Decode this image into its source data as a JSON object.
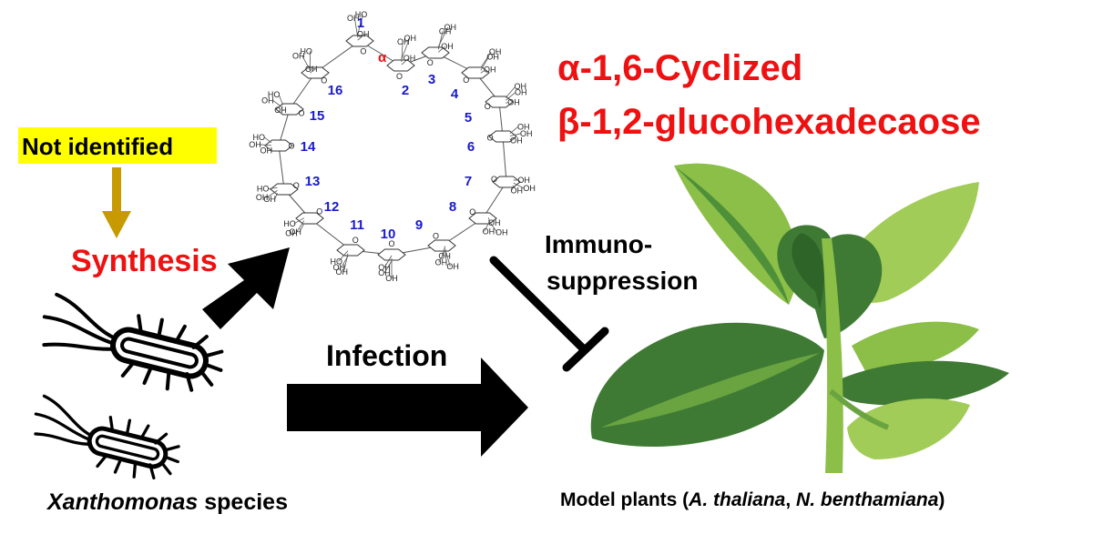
{
  "title": {
    "line1": "α-1,6-Cyclized",
    "line2": "β-1,2-glucohexadecaose"
  },
  "labels": {
    "not_identified": "Not identified",
    "synthesis": "Synthesis",
    "infection": "Infection",
    "immuno_line1": "Immuno-",
    "immuno_line2": "suppression",
    "plants_prefix": "Model plants (",
    "plants_species1": "A. thaliana",
    "plants_sep": ", ",
    "plants_species2": "N. benthamiana",
    "plants_suffix": ")",
    "bacteria_genus": "Xanthomonas",
    "bacteria_suffix": " species",
    "alpha": "α",
    "hydroxyl": "OH",
    "hydroxyl_left": "HO"
  },
  "ring_numbers": [
    "1",
    "2",
    "3",
    "4",
    "5",
    "6",
    "7",
    "8",
    "9",
    "10",
    "11",
    "12",
    "13",
    "14",
    "15",
    "16"
  ],
  "colors": {
    "red": "#ee1111",
    "blue": "#1a1acc",
    "highlight": "#ffff00",
    "arrow_gold": "#c69a00",
    "black": "#000000",
    "leaf_dark": "#3f7a34",
    "leaf_mid": "#4e8f3a",
    "leaf_light": "#8bbf47",
    "leaf_pale": "#a2cc58"
  }
}
